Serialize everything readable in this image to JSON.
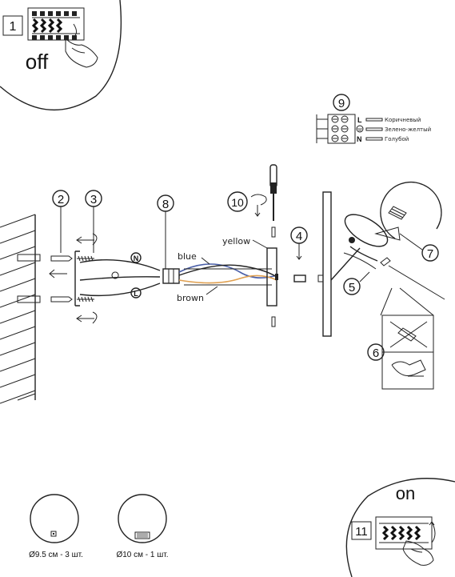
{
  "steps": {
    "off_label": "off",
    "on_label": "on",
    "n1": "1",
    "n2": "2",
    "n3": "3",
    "n4": "4",
    "n5": "5",
    "n6": "6",
    "n7": "7",
    "n8": "8",
    "n9": "9",
    "n10": "10",
    "n11": "11"
  },
  "terminal_legend": {
    "rows": [
      {
        "letter": "L",
        "color_text": "Коричневый"
      },
      {
        "letter": "",
        "color_text": "Зелено-желтый"
      },
      {
        "letter": "N",
        "color_text": "Голубой"
      }
    ]
  },
  "wiring": {
    "n_marker": "N",
    "l_marker": "L",
    "blue_label": "blue",
    "brown_label": "brown",
    "yellow_label": "yellow",
    "colors": {
      "blue": "#4a5fa8",
      "brown": "#e0a050"
    }
  },
  "shades": [
    {
      "caption": "Ø9.5 см - 3 шт."
    },
    {
      "caption": "Ø10 см - 1 шт."
    }
  ]
}
